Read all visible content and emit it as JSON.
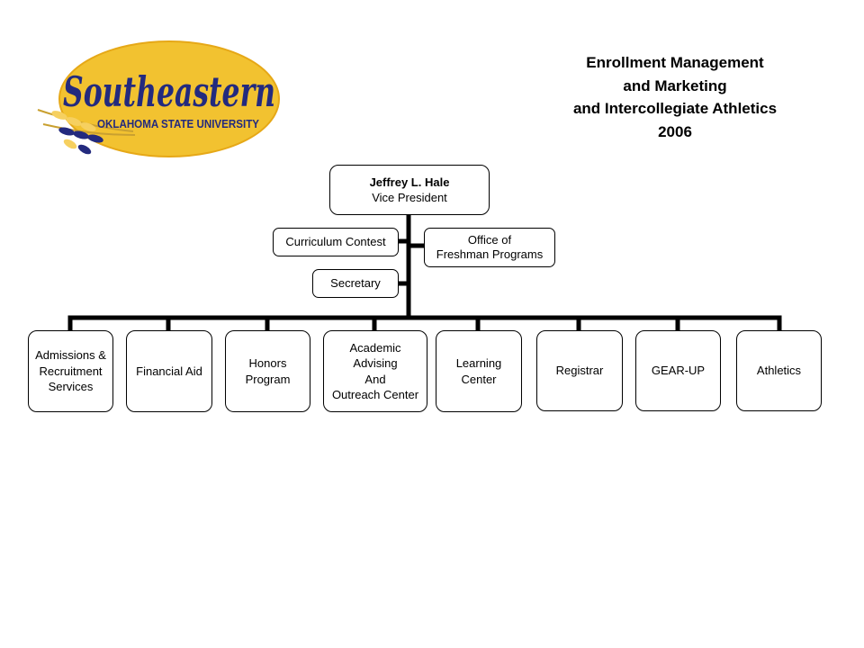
{
  "logo": {
    "wordmark": "Southeastern",
    "subtitle": "OKLAHOMA STATE UNIVERSITY",
    "colors": {
      "sun": "#f2c230",
      "navy": "#232a7e",
      "wheat": "#f6d060"
    }
  },
  "title": {
    "line1": "Enrollment Management",
    "line2": "and Marketing",
    "line3": "and Intercollegiate Athletics",
    "line4": "2006"
  },
  "vp": {
    "name": "Jeffrey L. Hale",
    "role": "Vice President"
  },
  "staff": {
    "curriculum_contest": "Curriculum Contest",
    "secretary": "Secretary",
    "freshman_line1": "Office of",
    "freshman_line2": "Freshman Programs"
  },
  "departments": [
    {
      "lines": [
        "Admissions &",
        "Recruitment",
        "Services"
      ]
    },
    {
      "lines": [
        "Financial Aid"
      ]
    },
    {
      "lines": [
        "Honors",
        "Program"
      ]
    },
    {
      "lines": [
        "Academic",
        "Advising",
        "And",
        "Outreach Center"
      ]
    },
    {
      "lines": [
        "Learning",
        "Center"
      ]
    },
    {
      "lines": [
        "Registrar"
      ]
    },
    {
      "lines": [
        "GEAR-UP"
      ]
    },
    {
      "lines": [
        "Athletics"
      ]
    }
  ]
}
